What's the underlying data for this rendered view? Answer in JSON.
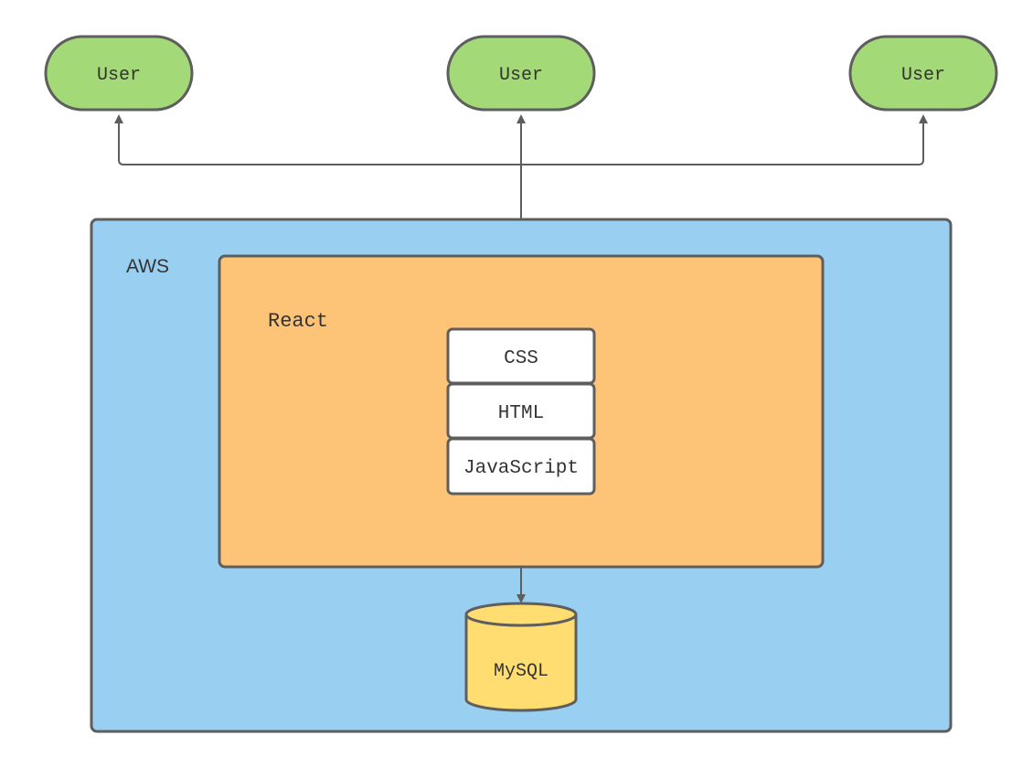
{
  "diagram": {
    "users": [
      {
        "label": "User"
      },
      {
        "label": "User"
      },
      {
        "label": "User"
      }
    ],
    "aws": {
      "label": "AWS"
    },
    "react": {
      "label": "React"
    },
    "stack": [
      {
        "label": "CSS"
      },
      {
        "label": "HTML"
      },
      {
        "label": "JavaScript"
      }
    ],
    "database": {
      "label": "MySQL"
    },
    "colors": {
      "user_fill": "#a3d977",
      "aws_fill": "#99d0f2",
      "react_fill": "#fdc377",
      "stack_fill": "#ffffff",
      "db_fill": "#ffdd71",
      "stroke": "#5e5e5e"
    }
  }
}
